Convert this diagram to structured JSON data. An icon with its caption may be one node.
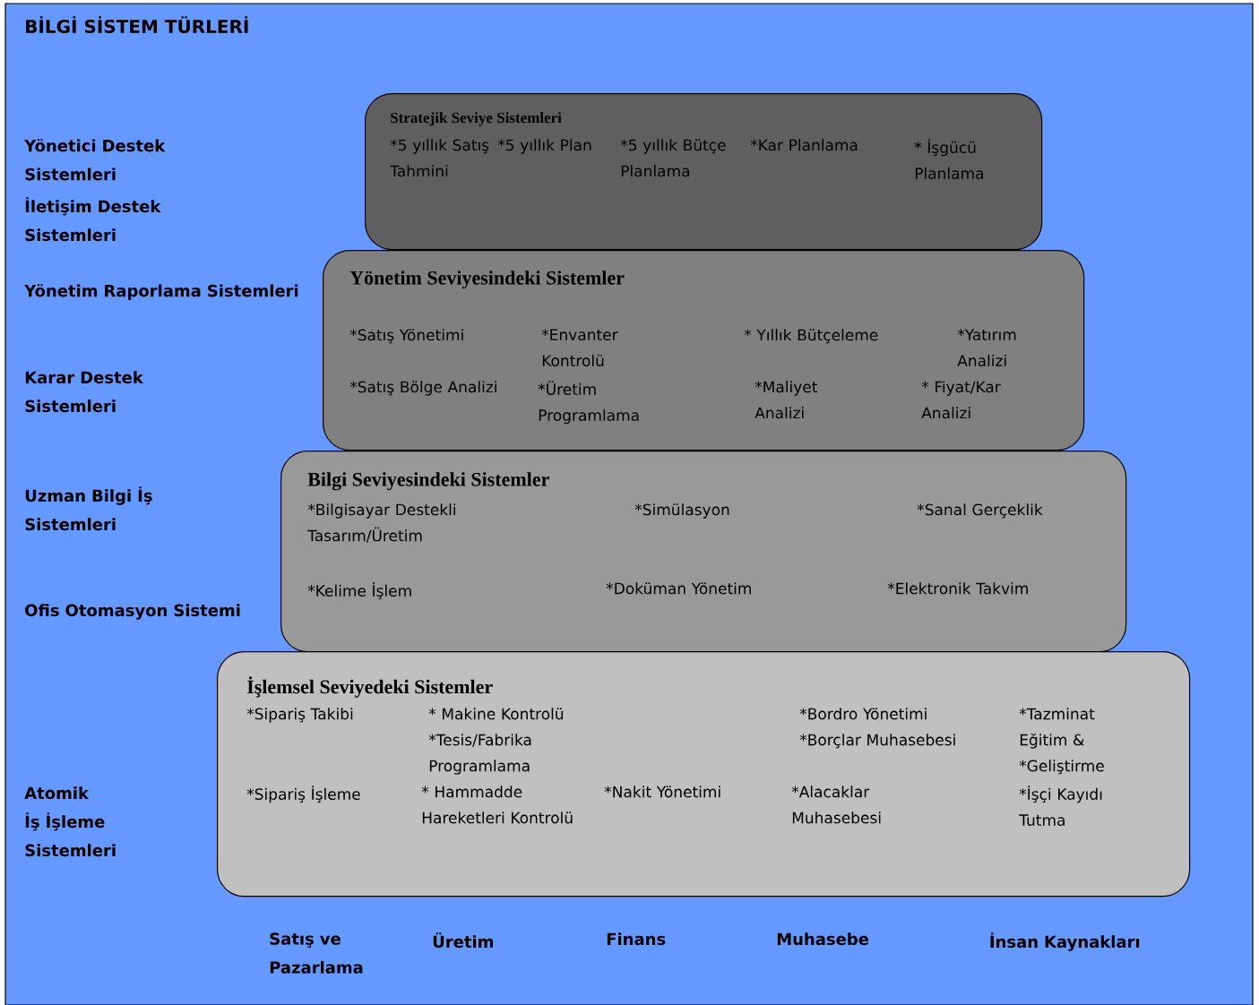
{
  "diagram": {
    "title": "BİLGİ SİSTEM TÜRLERİ",
    "nodes": [
      {
        "text": [
          "Stratejik Seviye Sistemleri",
          "*5 yıllık Satış Tahmini",
          "*5 yıllık Plan",
          "*5 yıllık Bütçe Planlama",
          "*Kar Planlama",
          "* İşgücü Planlama"
        ]
      },
      {
        "text": [
          "Yönetim Seviyesindeki Sistemler",
          "*Satış Yönetimi",
          "*Envanter Kontrolü",
          "* Yıllık Bütçeleme",
          "*Yatırım Analizi",
          "*Satış Bölge Analizi",
          "*Üretim Programlama",
          "*Maliyet Analizi",
          "* Fiyat/Kar Analizi"
        ]
      },
      {
        "text": [
          "Bilgi Seviyesindeki Sistemler",
          "*Bilgisayar Destekli Tasarım/Üretim",
          "*Simülasyon",
          "*Sanal Gerçeklik",
          "*Kelime İşlem",
          "*Doküman Yönetim",
          "*Elektronik Takvim"
        ]
      },
      {
        "text": [
          "İşlemsel Seviyedeki Sistemler",
          "*Sipariş Takibi",
          "* Makine Kontrolü",
          "*Tesis/Fabrika Programlama",
          "*Sipariş İşleme",
          "* Hammadde Hareketleri Kontrolü",
          "*Nakit Yönetimi",
          "*Bordro Yönetimi",
          "*Borçlar Muhasebesi",
          "*Alacaklar Muhasebesi",
          "*Tazminat Eğitim &",
          "*Geliştirme",
          "*İşçi Kayıdı Tutma"
        ]
      }
    ],
    "labels": [
      "Yönetici Destek Sistemleri",
      "İletişim Destek Sistemleri",
      "Yönetim Raporlama Sistemleri",
      "Karar Destek Sistemleri",
      "Uzman Bilgi İş Sistemleri",
      "Ofis Otomasyon Sistemi",
      "Atomik İş İşleme Sistemleri",
      "Satış ve Pazarlama",
      "Üretim",
      "Finans",
      "Muhasebe",
      "İnsan Kaynakları"
    ]
  }
}
